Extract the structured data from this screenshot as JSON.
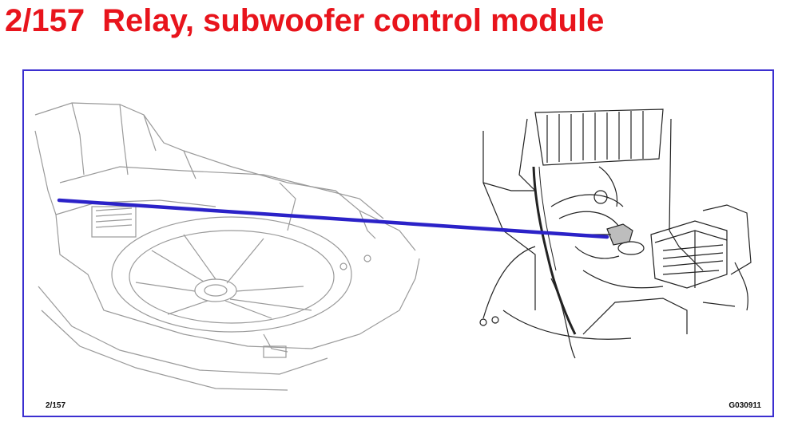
{
  "header": {
    "number": "2/157",
    "title": "Relay, subwoofer control module"
  },
  "diagram": {
    "ref_label": "2/157",
    "drawing_code": "G030911",
    "colors": {
      "title": "#e8141c",
      "frame": "#3b2fd0",
      "leader_line": "#2b22c8",
      "line_art_left": "#9a9a9a",
      "line_art_right": "#222222"
    }
  }
}
